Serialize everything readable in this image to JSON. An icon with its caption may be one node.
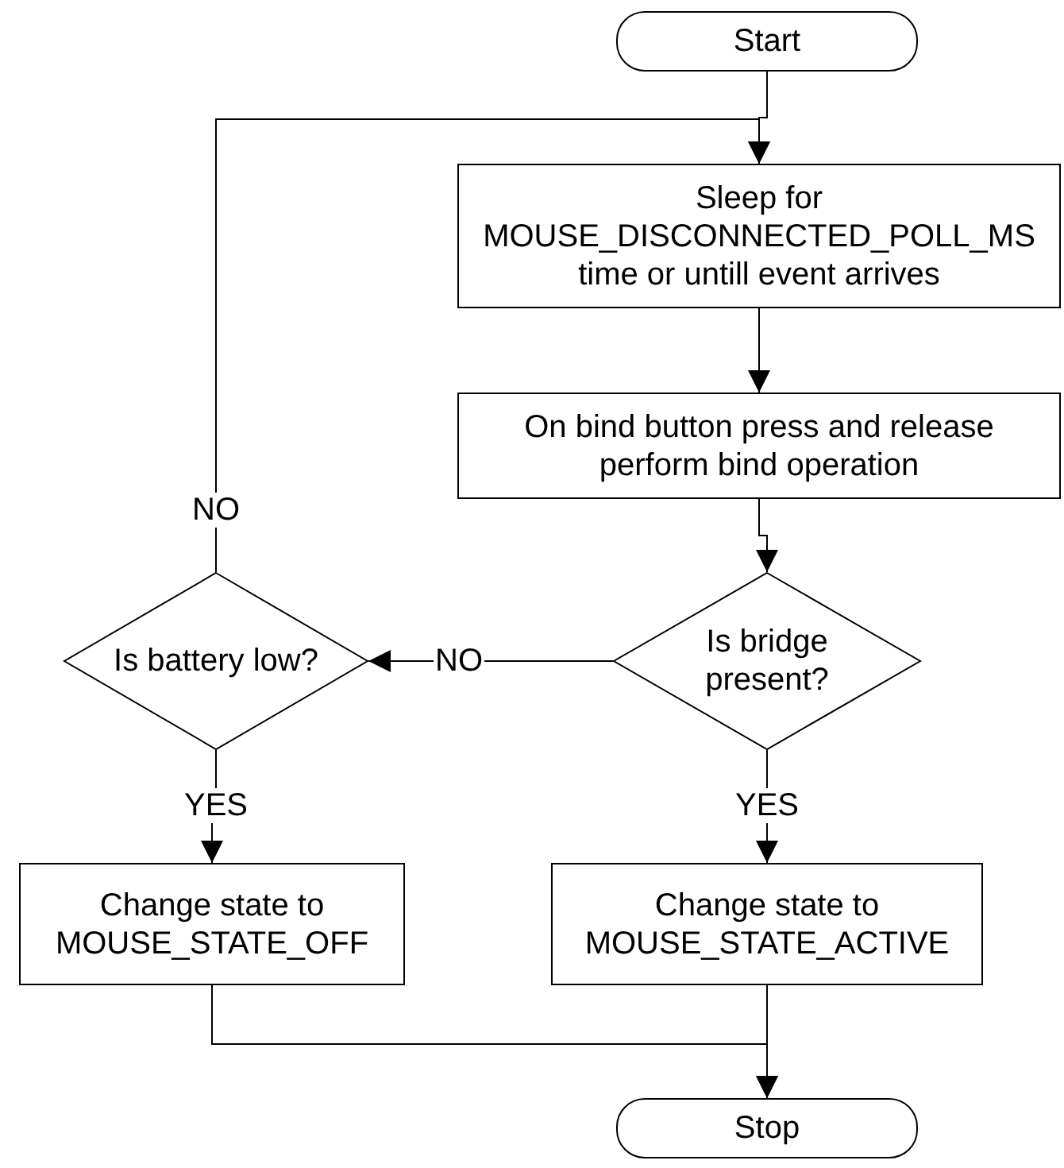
{
  "diagram": {
    "nodes": [
      {
        "text": [
          "Start"
        ]
      },
      {
        "text": [
          "Sleep for MOUSE_DISCONNECTED_POLL_MS time or untill event arrives"
        ]
      },
      {
        "text": [
          "On bind button press and release perform bind operation"
        ]
      },
      {
        "text": [
          "Is bridge present?"
        ]
      },
      {
        "text": [
          "Is battery low?"
        ]
      },
      {
        "text": [
          "Change state to MOUSE_STATE_OFF"
        ]
      },
      {
        "text": [
          "Change state to MOUSE_STATE_ACTIVE"
        ]
      },
      {
        "text": [
          "Stop"
        ]
      }
    ],
    "edges": [
      {
        "from": 0,
        "to": 1,
        "arrow": "to"
      },
      {
        "from": 1,
        "to": 2,
        "arrow": "to"
      },
      {
        "from": 2,
        "to": 3,
        "arrow": "to"
      },
      {
        "from": 3,
        "to": 4,
        "arrow": "to",
        "label": "NO"
      },
      {
        "from": 4,
        "to": 1,
        "arrow": "to",
        "label": "NO"
      },
      {
        "from": 4,
        "to": 5,
        "arrow": "to",
        "label": "YES"
      },
      {
        "from": 3,
        "to": 6,
        "arrow": "to",
        "label": "YES"
      },
      {
        "from": 5,
        "to": 7,
        "arrow": "to"
      },
      {
        "from": 6,
        "to": 7,
        "arrow": "to"
      }
    ]
  }
}
